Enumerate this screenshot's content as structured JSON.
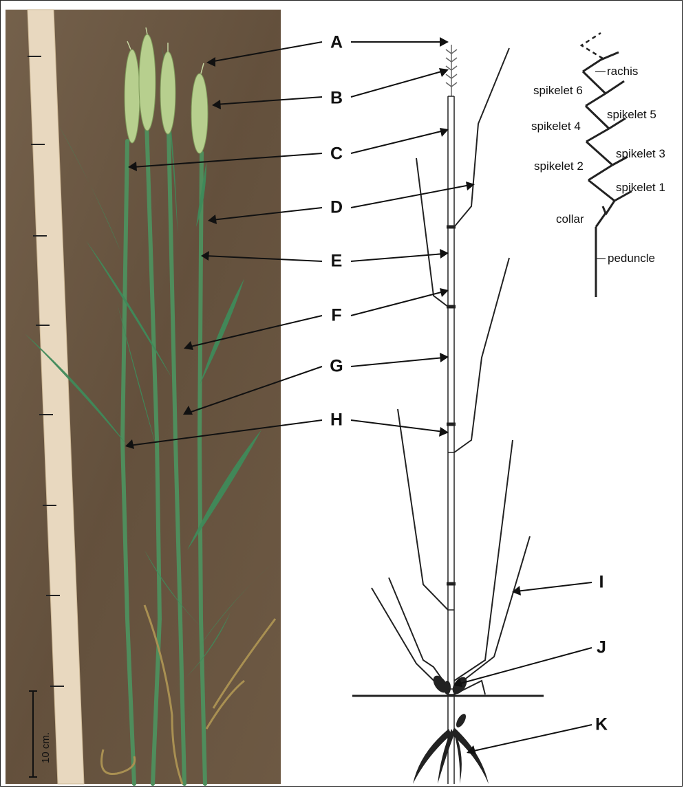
{
  "figure": {
    "panel_labels": [
      "A",
      "B",
      "C",
      "D",
      "E",
      "F",
      "G",
      "H",
      "I",
      "J",
      "K"
    ],
    "scale_bar_label": "10 cm.",
    "spike_detail": {
      "rachis": "rachis",
      "spikelet_6": "spikelet 6",
      "spikelet_5": "spikelet 5",
      "spikelet_4": "spikelet 4",
      "spikelet_3": "spikelet 3",
      "spikelet_2": "spikelet 2",
      "spikelet_1": "spikelet 1",
      "collar": "collar",
      "peduncle": "peduncle"
    },
    "colors": {
      "background_board": "#6e5a44",
      "ruler": "#e6d6bd",
      "leaf": "#3f8a5a",
      "line": "#222222"
    }
  }
}
